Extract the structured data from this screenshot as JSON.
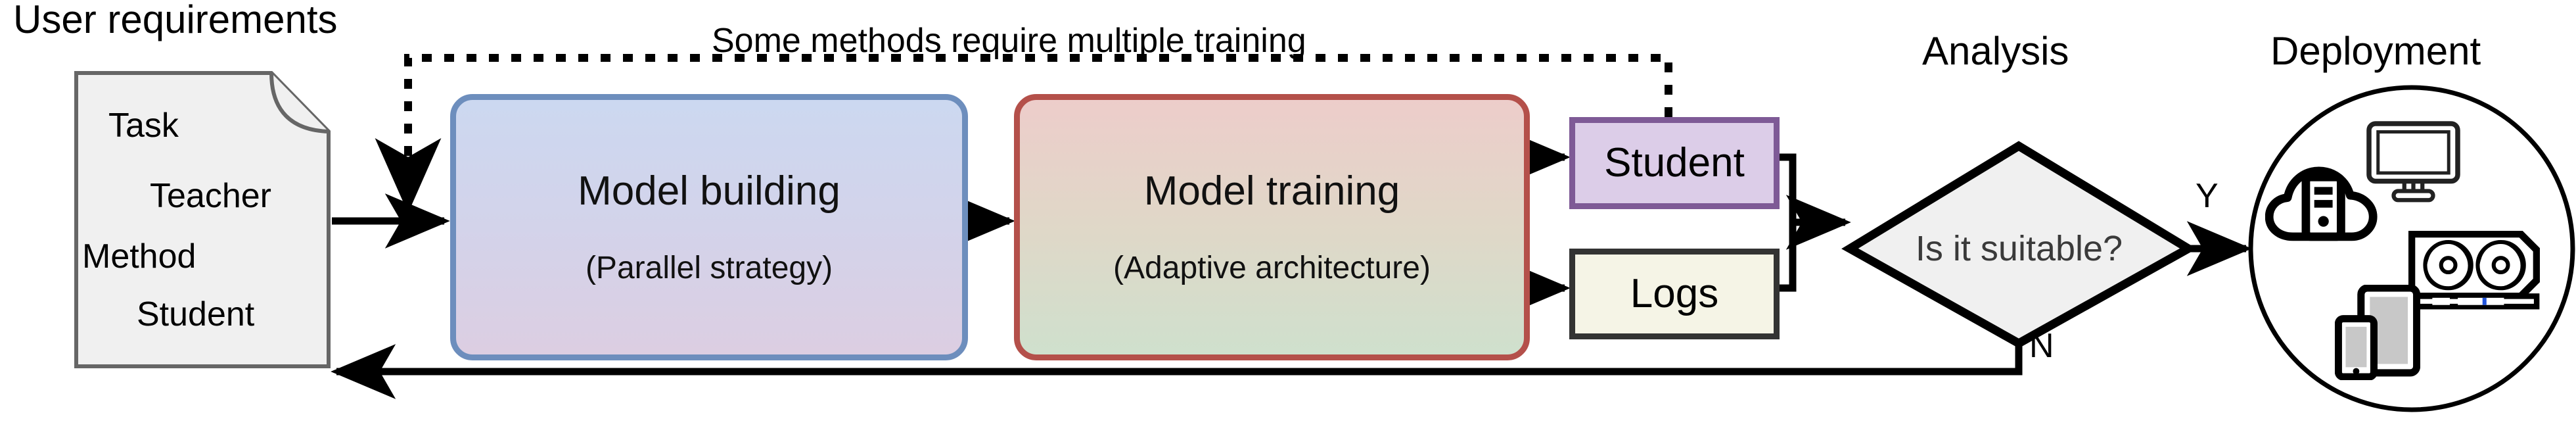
{
  "diagram": {
    "type": "flowchart",
    "title_labels": {
      "user_requirements": "User requirements",
      "analysis": "Analysis",
      "deployment": "Deployment"
    },
    "document_node": {
      "name": "user-requirements-document",
      "shape": "document-folded-corner",
      "fill": "#f0f0f0",
      "border": "#666666",
      "items": [
        "Task",
        "Teacher",
        "Method",
        "Student"
      ]
    },
    "process_nodes": [
      {
        "id": "model-building",
        "title": "Model building",
        "subtitle": "(Parallel strategy)",
        "border": "#6d8ebd",
        "gradient_from": "#ccd8f0",
        "gradient_to": "#dccee2"
      },
      {
        "id": "model-training",
        "title": "Model training",
        "subtitle": "(Adaptive architecture)",
        "border": "#b4504a",
        "gradient_from": "#edcdca",
        "gradient_to": "#cfe0cd"
      }
    ],
    "output_nodes": [
      {
        "id": "student",
        "label": "Student",
        "fill": "#dccde8",
        "border": "#7e5a96"
      },
      {
        "id": "logs",
        "label": "Logs",
        "fill": "#f5f4e6",
        "border": "#333333"
      }
    ],
    "decision_node": {
      "id": "is-it-suitable",
      "label": "Is it suitable?",
      "fill": "#f0f0f0",
      "border": "#000000",
      "branches": [
        {
          "label": "Y",
          "target": "deployment"
        },
        {
          "label": "N",
          "target": "user-requirements-document"
        }
      ]
    },
    "deployment_node": {
      "id": "deployment",
      "shape": "circle",
      "border": "#000000",
      "icons": [
        "cloud-server-icon",
        "monitor-icon",
        "gpu-card-icon",
        "tablet-phone-icon"
      ]
    },
    "annotations": [
      {
        "id": "multiple-training-note",
        "text": "Some methods require multiple training",
        "style": "dotted-feedback-edge",
        "from": "student",
        "to": "model-building"
      }
    ],
    "edges": [
      {
        "from": "user-requirements-document",
        "to": "model-building",
        "style": "solid"
      },
      {
        "from": "model-building",
        "to": "model-training",
        "style": "solid"
      },
      {
        "from": "model-training",
        "to": "student",
        "style": "solid"
      },
      {
        "from": "model-training",
        "to": "logs",
        "style": "solid"
      },
      {
        "from": "student+logs",
        "to": "is-it-suitable",
        "style": "solid-merge"
      },
      {
        "from": "is-it-suitable",
        "to": "deployment",
        "style": "solid",
        "label": "Y"
      },
      {
        "from": "is-it-suitable",
        "to": "user-requirements-document",
        "style": "solid",
        "label": "N"
      },
      {
        "from": "student",
        "to": "model-building",
        "style": "dotted"
      }
    ]
  }
}
